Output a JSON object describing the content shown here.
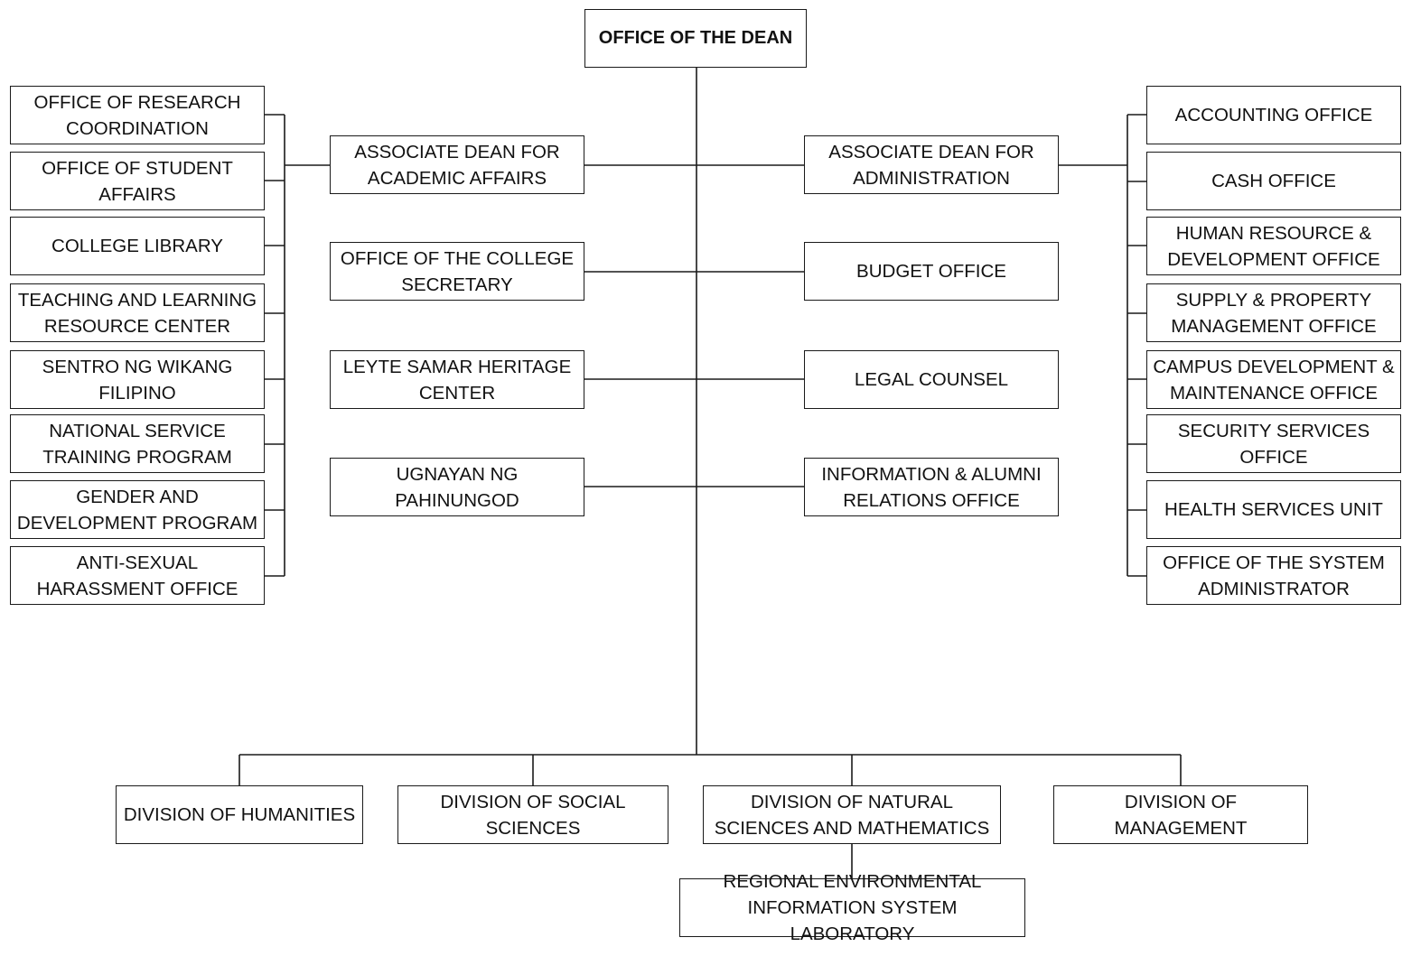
{
  "dean": "OFFICE OF THE DEAN",
  "academic_affairs": {
    "head": "ASSOCIATE DEAN FOR\nACADEMIC AFFAIRS",
    "units": [
      "OFFICE OF RESEARCH\nCOORDINATION",
      "OFFICE OF STUDENT\nAFFAIRS",
      "COLLEGE LIBRARY",
      "TEACHING AND LEARNING\nRESOURCE CENTER",
      "SENTRO NG WIKANG\nFILIPINO",
      "NATIONAL SERVICE\nTRAINING PROGRAM",
      "GENDER AND\nDEVELOPMENT PROGRAM",
      "ANTI-SEXUAL\nHARASSMENT OFFICE"
    ]
  },
  "administration": {
    "head": "ASSOCIATE DEAN FOR\nADMINISTRATION",
    "units": [
      "ACCOUNTING OFFICE",
      "CASH OFFICE",
      "HUMAN RESOURCE &\nDEVELOPMENT OFFICE",
      "SUPPLY & PROPERTY\nMANAGEMENT OFFICE",
      "CAMPUS DEVELOPMENT &\nMAINTENANCE OFFICE",
      "SECURITY SERVICES OFFICE",
      "HEALTH SERVICES UNIT",
      "OFFICE OF THE SYSTEM\nADMINISTRATOR"
    ]
  },
  "staff_left": [
    "OFFICE OF THE COLLEGE\nSECRETARY",
    "LEYTE SAMAR HERITAGE\nCENTER",
    "UGNAYAN NG\nPAHINUNGOD"
  ],
  "staff_right": [
    "BUDGET OFFICE",
    "LEGAL COUNSEL",
    "INFORMATION & ALUMNI\nRELATIONS OFFICE"
  ],
  "divisions": [
    "DIVISION OF HUMANITIES",
    "DIVISION OF SOCIAL\nSCIENCES",
    "DIVISION OF NATURAL\nSCIENCES AND MATHEMATICS",
    "DIVISION OF\nMANAGEMENT"
  ],
  "laboratory": "REGIONAL ENVIRONMENTAL\nINFORMATION SYSTEM LABORATORY"
}
